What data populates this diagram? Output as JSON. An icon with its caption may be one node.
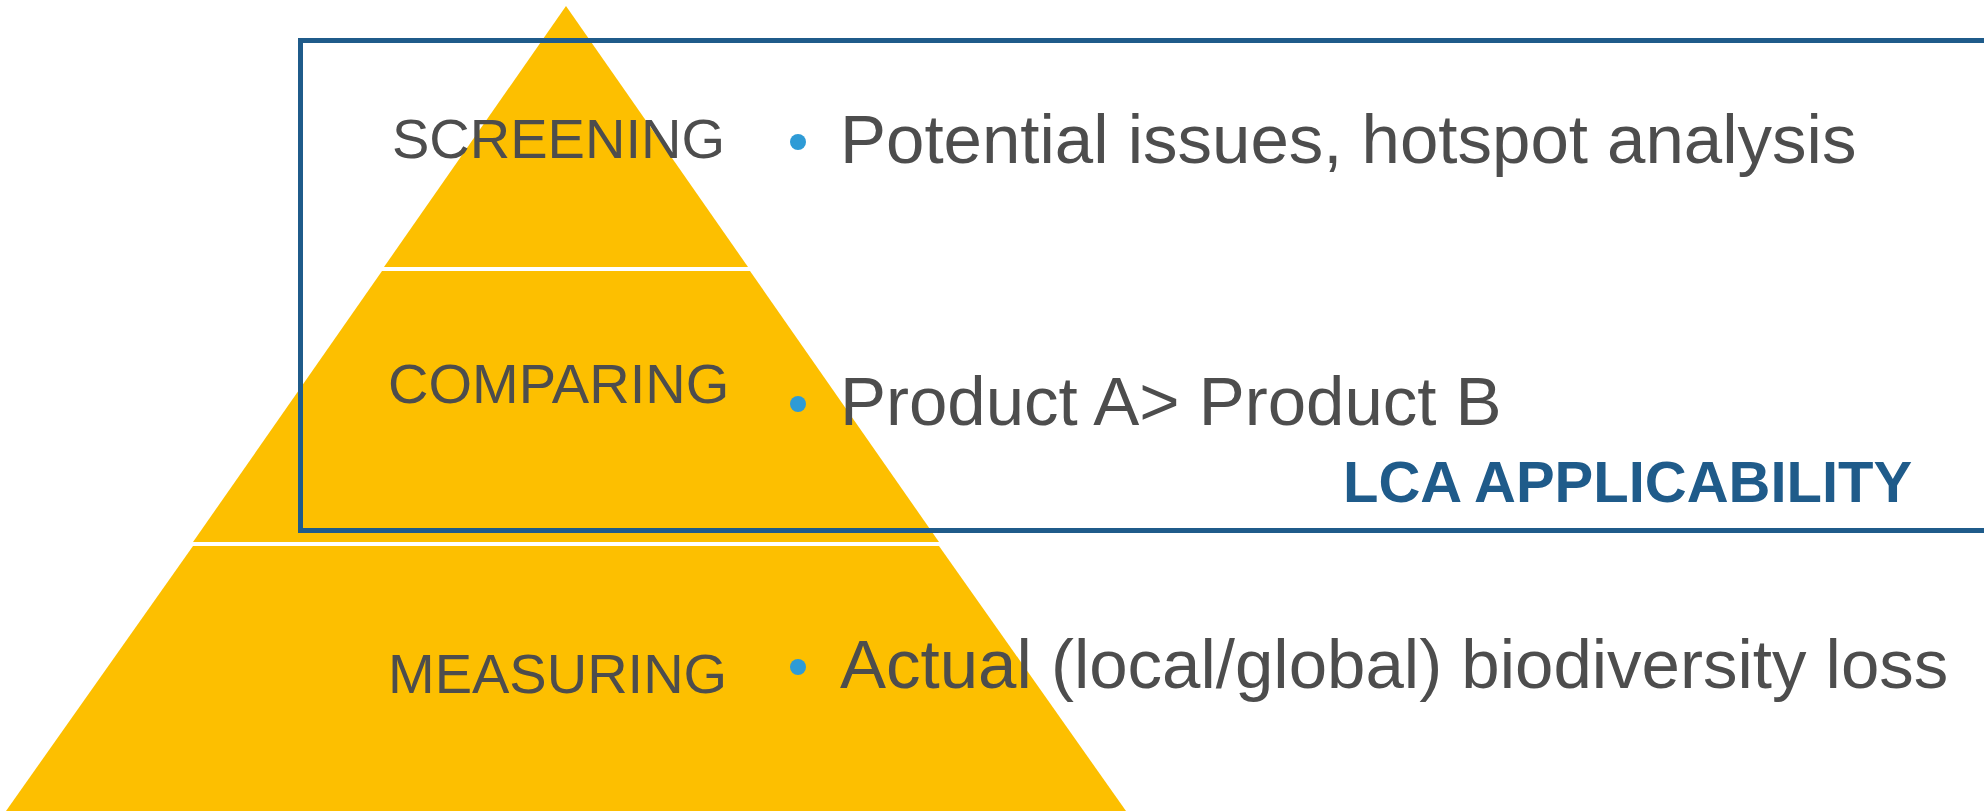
{
  "diagram": {
    "nodes": [
      {
        "text": [
          "SCREENING"
        ]
      },
      {
        "text": [
          "COMPARING"
        ]
      },
      {
        "text": [
          "MEASURING"
        ]
      },
      {
        "text": [
          "LCA APPLICABILITY"
        ]
      }
    ],
    "labels": [
      "Potential issues, hotspot analysis",
      "Product A> Product B",
      "Actual (local/global) biodiversity loss"
    ]
  }
}
